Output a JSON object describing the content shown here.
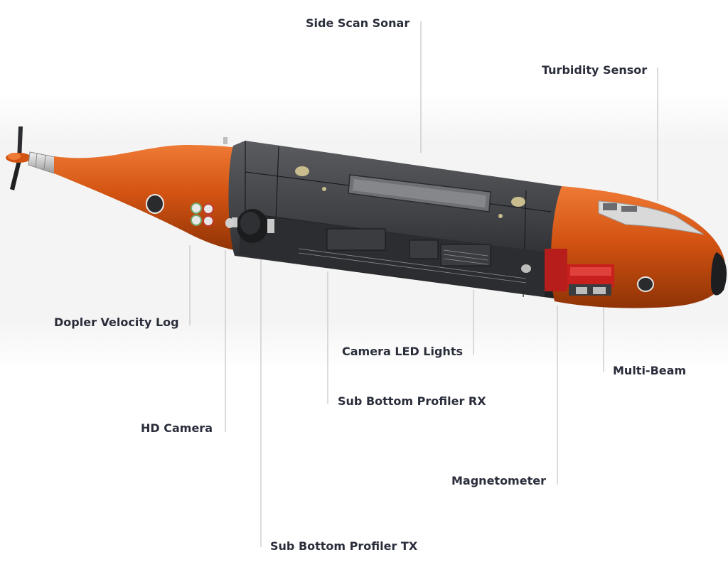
{
  "labels": {
    "side_scan_sonar": "Side Scan Sonar",
    "turbidity_sensor": "Turbidity Sensor",
    "doppler_velocity_log": "Dopler Velocity Log",
    "camera_led_lights": "Camera LED Lights",
    "multi_beam": "Multi-Beam",
    "sub_bottom_profiler_rx": "Sub Bottom Profiler RX",
    "hd_camera": "HD Camera",
    "magnetometer": "Magnetometer",
    "sub_bottom_profiler_tx": "Sub Bottom Profiler TX"
  },
  "colors": {
    "hull_orange": "#d35312",
    "hull_orange_dark": "#9e3a08",
    "body_dark": "#3e4044",
    "body_darker": "#26282b",
    "leader_line": "#c8c8c8",
    "label_text": "#2a2d3a",
    "sensor_red": "#c8201c"
  },
  "icons": {
    "propeller": "propeller-icon",
    "sensor_port": "sensor-port-icon"
  }
}
